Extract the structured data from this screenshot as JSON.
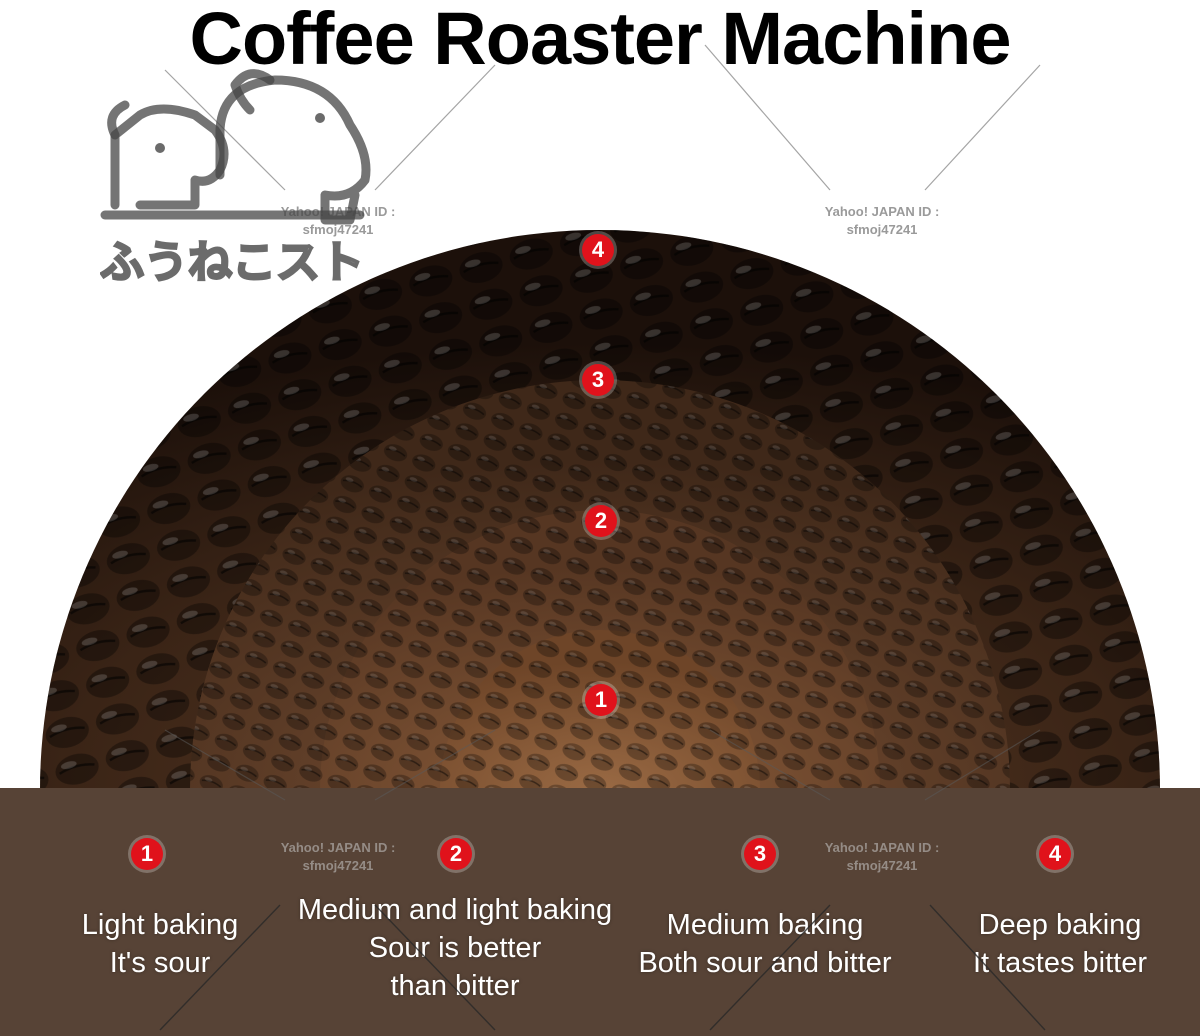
{
  "title": "Coffee Roaster Machine",
  "watermark": {
    "label": "Yahoo! JAPAN ID :",
    "id": "sfmoj47241",
    "logo_text": "ふうねこスト"
  },
  "markers": [
    "4",
    "3",
    "2",
    "1"
  ],
  "levels": [
    {
      "number": "1",
      "lines": [
        "Light baking",
        "It's sour"
      ]
    },
    {
      "number": "2",
      "lines": [
        "Medium and light baking",
        "Sour is better",
        "than bitter"
      ]
    },
    {
      "number": "3",
      "lines": [
        "Medium baking",
        "Both sour and bitter"
      ]
    },
    {
      "number": "4",
      "lines": [
        "Deep baking",
        "It tastes bitter"
      ]
    }
  ],
  "colors": {
    "badge": "#e0121b",
    "panel": "#574336",
    "outer_beans": "#2b1a10",
    "inner_beans": "#6b442a"
  }
}
